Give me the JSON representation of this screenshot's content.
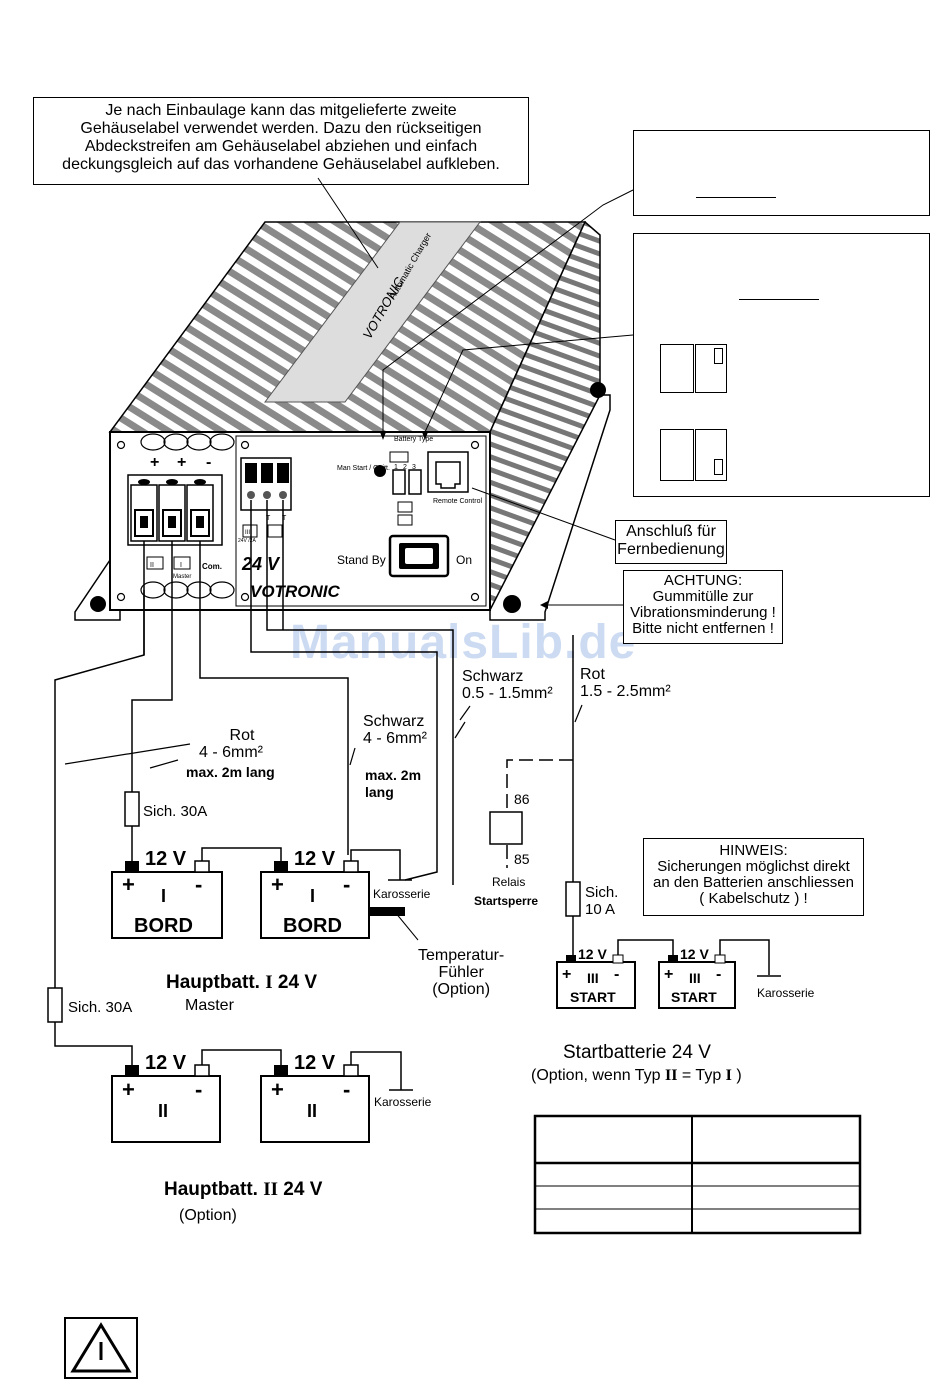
{
  "notes": {
    "label_note": [
      "Je nach Einbaulage kann das mitgelieferte zweite",
      "Gehäuselabel verwendet werden. Dazu den rückseitigen",
      "Abdeckstreifen am Gehäuselabel abziehen und einfach",
      "deckungsgleich auf das vorhandene Gehäuselabel aufkleben."
    ],
    "remote_note": [
      "Anschluß für",
      "Fernbedienung"
    ],
    "warning_note": [
      "ACHTUNG:",
      "Gummitülle zur",
      "Vibrationsminderung !",
      "Bitte nicht entfernen !"
    ],
    "hint_note": [
      "HINWEIS:",
      "Sicherungen möglichst direkt",
      "an den Batterien anschliessen",
      "( Kabelschutz ) !"
    ]
  },
  "device": {
    "brand": "VOTRONIC",
    "voltage": "24 V",
    "standby": "Stand By",
    "on": "On",
    "man_start": "Man Start / Quitt.",
    "battery_type": "Battery Type",
    "remote_control": "Remote Control",
    "com": "Com.",
    "master": "Master",
    "terminal_signs": [
      "+",
      "+",
      "-"
    ],
    "term_labels": [
      "II",
      "I",
      "Master"
    ],
    "small_labels": [
      "III",
      "24V /2A",
      "T",
      "T"
    ],
    "switch_nums": [
      "1",
      "2",
      "3"
    ],
    "top_label": "Automatic Charger"
  },
  "wires": {
    "rot_main": [
      "Rot",
      "4 - 6mm²"
    ],
    "rot_main_max": "max. 2m lang",
    "schwarz_main": [
      "Schwarz",
      "4 - 6mm²"
    ],
    "schwarz_main_max": [
      "max. 2m",
      "lang"
    ],
    "schwarz_sense": [
      "Schwarz",
      "0.5 - 1.5mm²"
    ],
    "rot_sense": [
      "Rot",
      "1.5 - 2.5mm²"
    ],
    "fuse_30a_1": "Sich. 30A",
    "fuse_30a_2": "Sich. 30A",
    "fuse_10a": [
      "Sich.",
      "10 A"
    ],
    "relay_86": "86",
    "relay_85": "85",
    "relay": "Relais",
    "startsperre": "Startsperre",
    "temp_sensor": [
      "Temperatur-",
      "Fühler",
      "(Option)"
    ]
  },
  "batteries": {
    "volt": "12 V",
    "bord": "BORD",
    "start": "START",
    "numerals": [
      "I",
      "II",
      "III"
    ],
    "karosserie": "Karosserie",
    "haupt1": "Hauptbatt.",
    "haupt1_num": "I",
    "haupt1_volt": "24 V",
    "master": "Master",
    "haupt2": "Hauptbatt.",
    "haupt2_num": "II",
    "haupt2_volt": "24 V",
    "haupt2_option": "(Option)",
    "startbatt": "Startbatterie 24 V",
    "startbatt_option_a": "(Option, wenn Typ",
    "startbatt_option_b": "= Typ",
    "startbatt_option_end": ")",
    "startbatt_n1": "II",
    "startbatt_n2": "I"
  },
  "watermark": "ManualsLib.de",
  "icons": {
    "warning": "warning-triangle-icon"
  }
}
